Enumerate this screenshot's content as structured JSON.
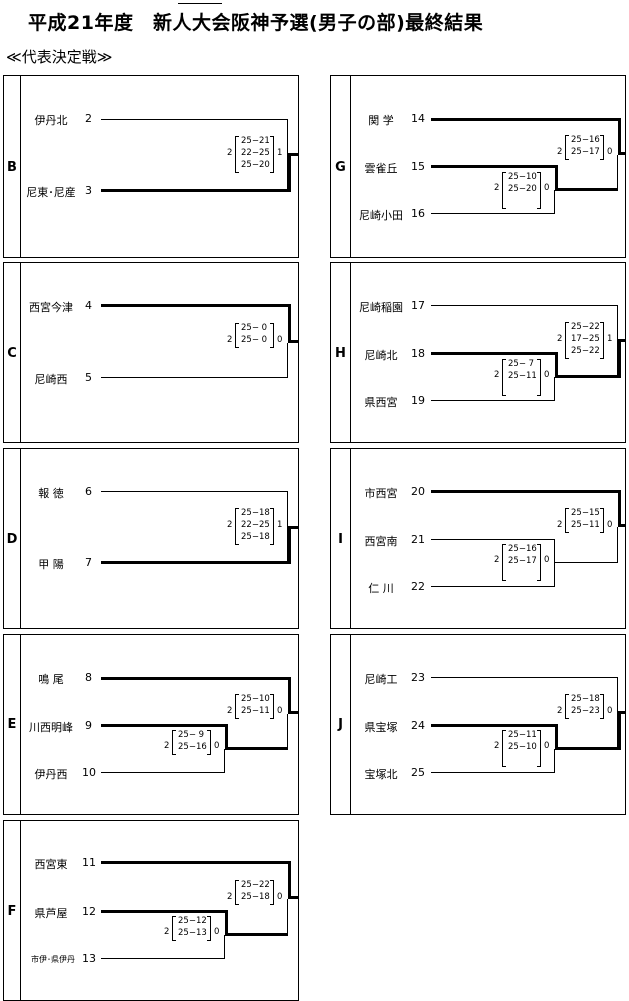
{
  "title": "平成21年度　新人大会阪神予選(男子の部)最終結果",
  "subtitle": "≪代表決定戦≫",
  "blocks": {
    "B": {
      "label": "B",
      "t1": {
        "name": "伊丹北",
        "no": "2"
      },
      "t2": {
        "name": "尼東･尼産",
        "no": "3"
      },
      "m1": {
        "l": "2",
        "sets": [
          "25−21",
          "22−25",
          "25−20"
        ],
        "r": "1"
      }
    },
    "C": {
      "label": "C",
      "t1": {
        "name": "西宮今津",
        "no": "4"
      },
      "t2": {
        "name": "尼崎西",
        "no": "5"
      },
      "m1": {
        "l": "2",
        "sets": [
          "25− 0",
          "25− 0"
        ],
        "r": "0"
      }
    },
    "D": {
      "label": "D",
      "t1": {
        "name": "報 徳",
        "no": "6"
      },
      "t2": {
        "name": "甲 陽",
        "no": "7"
      },
      "m1": {
        "l": "2",
        "sets": [
          "25−18",
          "22−25",
          "25−18"
        ],
        "r": "1"
      }
    },
    "E": {
      "label": "E",
      "t1": {
        "name": "鳴 尾",
        "no": "8"
      },
      "t2": {
        "name": "川西明峰",
        "no": "9"
      },
      "t3": {
        "name": "伊丹西",
        "no": "10"
      },
      "m1": {
        "l": "2",
        "sets": [
          "25− 9",
          "25−16"
        ],
        "r": "0"
      },
      "m2": {
        "l": "2",
        "sets": [
          "25−10",
          "25−11"
        ],
        "r": "0"
      }
    },
    "F": {
      "label": "F",
      "t1": {
        "name": "西宮東",
        "no": "11"
      },
      "t2": {
        "name": "県芦屋",
        "no": "12"
      },
      "t3": {
        "name": "市伊･県伊丹",
        "no": "13"
      },
      "m1": {
        "l": "2",
        "sets": [
          "25−12",
          "25−13"
        ],
        "r": "0"
      },
      "m2": {
        "l": "2",
        "sets": [
          "25−22",
          "25−18"
        ],
        "r": "0"
      }
    },
    "G": {
      "label": "G",
      "t1": {
        "name": "関 学",
        "no": "14"
      },
      "t2": {
        "name": "雲雀丘",
        "no": "15"
      },
      "t3": {
        "name": "尼崎小田",
        "no": "16"
      },
      "m1": {
        "l": "2",
        "sets": [
          "25−10",
          "25−20"
        ],
        "r": "0"
      },
      "m2": {
        "l": "2",
        "sets": [
          "25−16",
          "25−17"
        ],
        "r": "0"
      }
    },
    "H": {
      "label": "H",
      "t1": {
        "name": "尼崎稲園",
        "no": "17"
      },
      "t2": {
        "name": "尼崎北",
        "no": "18"
      },
      "t3": {
        "name": "県西宮",
        "no": "19"
      },
      "m1": {
        "l": "2",
        "sets": [
          "25− 7",
          "25−11"
        ],
        "r": "0"
      },
      "m2": {
        "l": "2",
        "sets": [
          "25−22",
          "17−25",
          "25−22"
        ],
        "r": "1"
      }
    },
    "I": {
      "label": "I",
      "t1": {
        "name": "市西宮",
        "no": "20"
      },
      "t2": {
        "name": "西宮南",
        "no": "21"
      },
      "t3": {
        "name": "仁 川",
        "no": "22"
      },
      "m1": {
        "l": "2",
        "sets": [
          "25−16",
          "25−17"
        ],
        "r": "0"
      },
      "m2": {
        "l": "2",
        "sets": [
          "25−15",
          "25−11"
        ],
        "r": "0"
      }
    },
    "J": {
      "label": "J",
      "t1": {
        "name": "尼崎工",
        "no": "23"
      },
      "t2": {
        "name": "県宝塚",
        "no": "24"
      },
      "t3": {
        "name": "宝塚北",
        "no": "25"
      },
      "m1": {
        "l": "2",
        "sets": [
          "25−11",
          "25−10"
        ],
        "r": "0"
      },
      "m2": {
        "l": "2",
        "sets": [
          "25−18",
          "25−23"
        ],
        "r": "0"
      }
    }
  }
}
